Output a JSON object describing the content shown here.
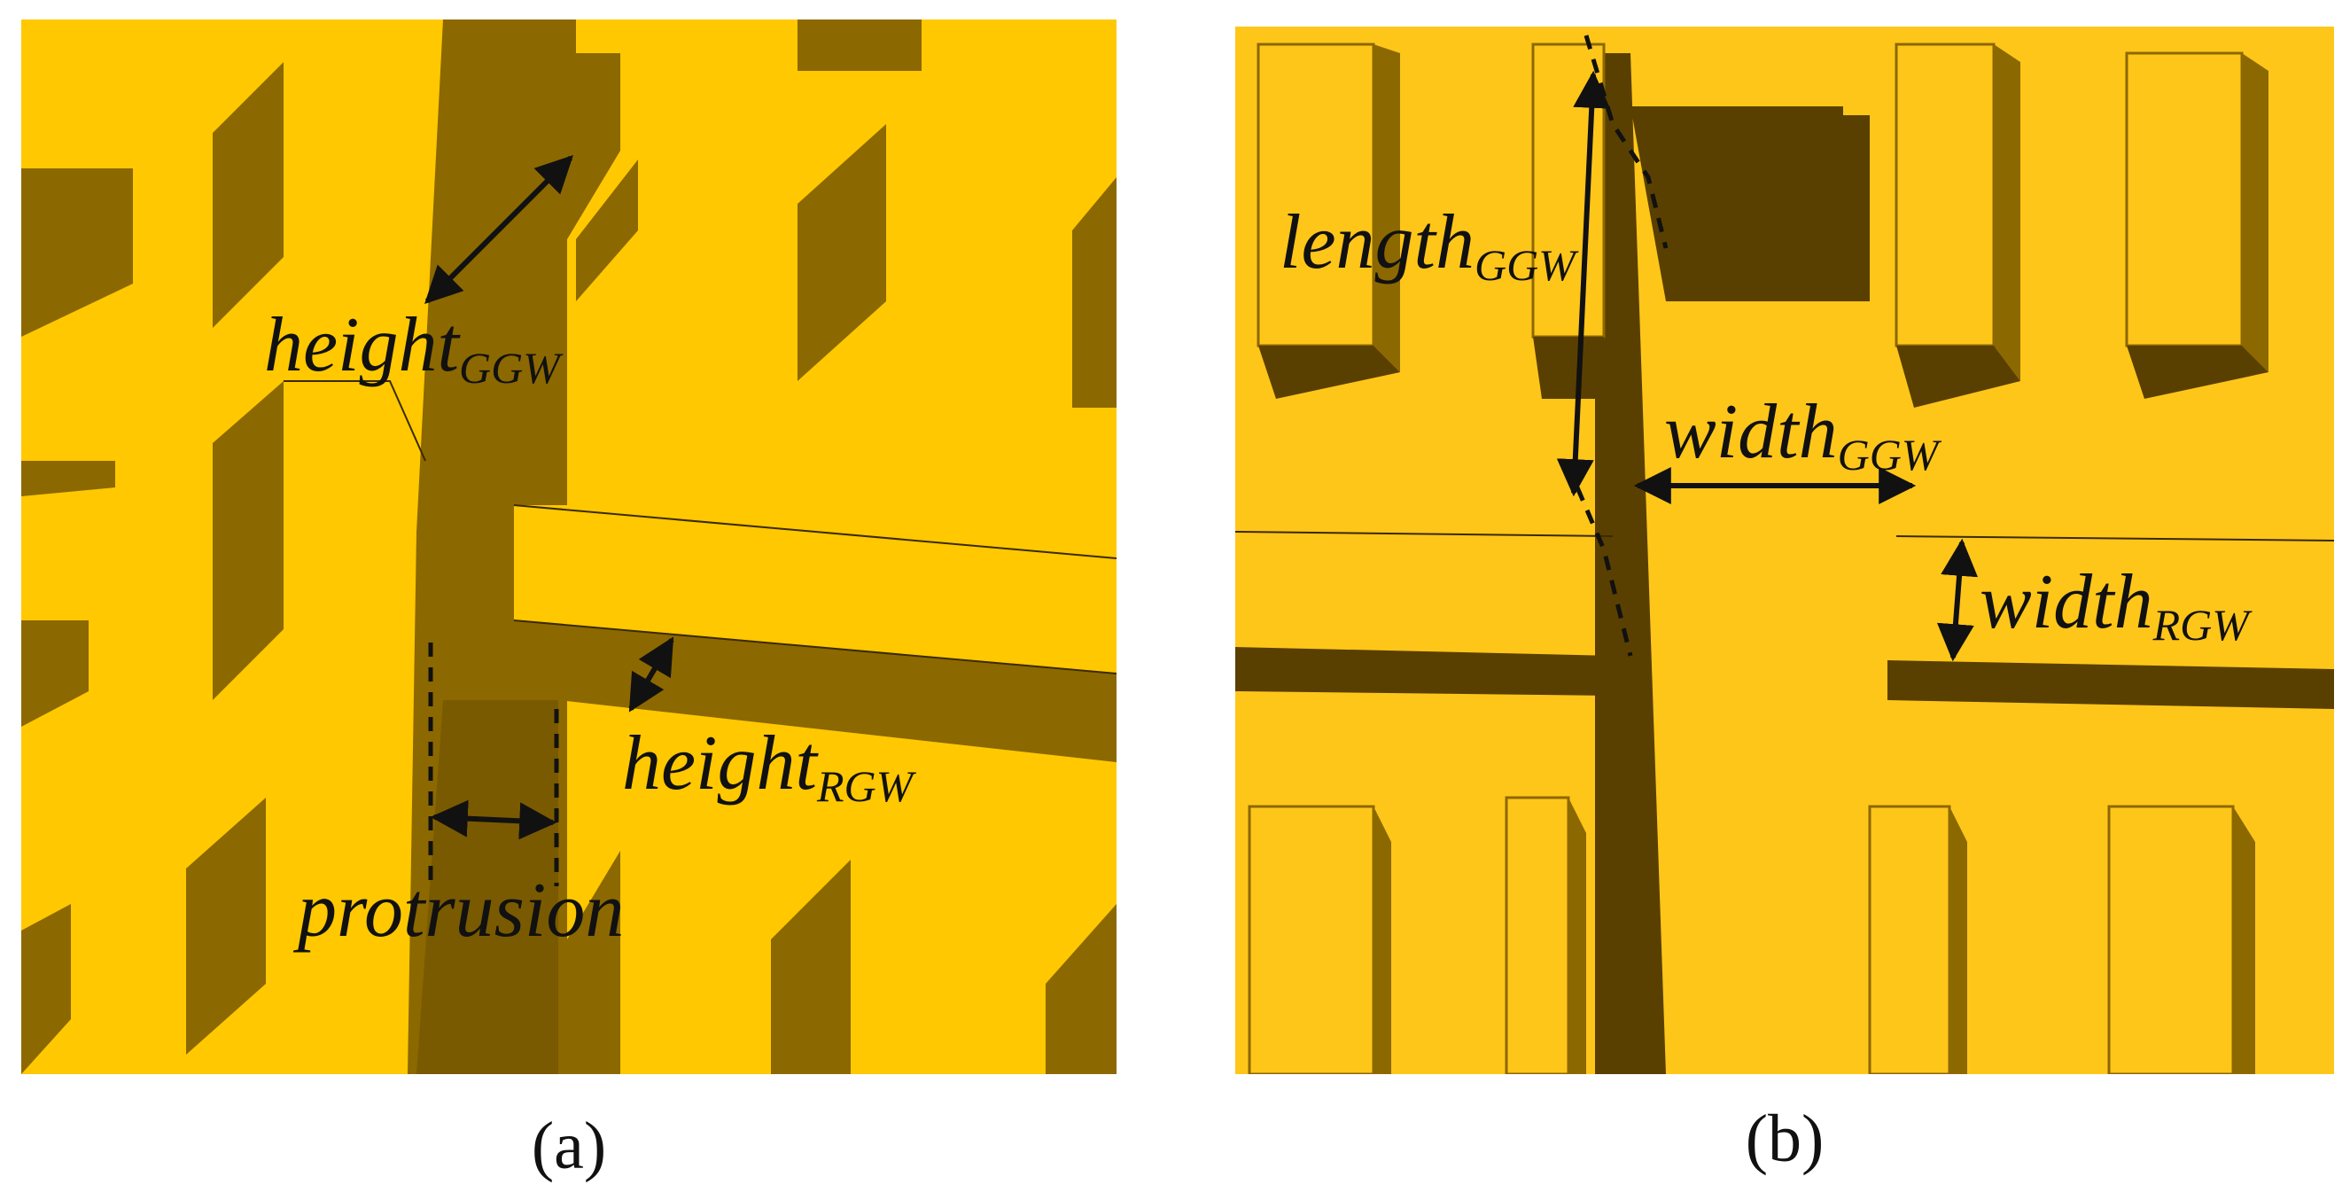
{
  "colors": {
    "gold_top": "#FFC800",
    "gold_bright": "#FFC61A",
    "shadow_dark": "#8C6800",
    "shadow_darker": "#5A4000",
    "ink": "#111111"
  },
  "panel_a": {
    "caption": "(a)",
    "labels": {
      "height_ggw": {
        "main": "height",
        "sub": "GGW"
      },
      "height_rgw": {
        "main": "height",
        "sub": "RGW"
      },
      "protrusion": {
        "main": "protrusion"
      }
    }
  },
  "panel_b": {
    "caption": "(b)",
    "labels": {
      "length_ggw": {
        "main": "length",
        "sub": "GGW"
      },
      "width_ggw": {
        "main": "width",
        "sub": "GGW"
      },
      "width_rgw": {
        "main": "width",
        "sub": "RGW"
      }
    }
  }
}
